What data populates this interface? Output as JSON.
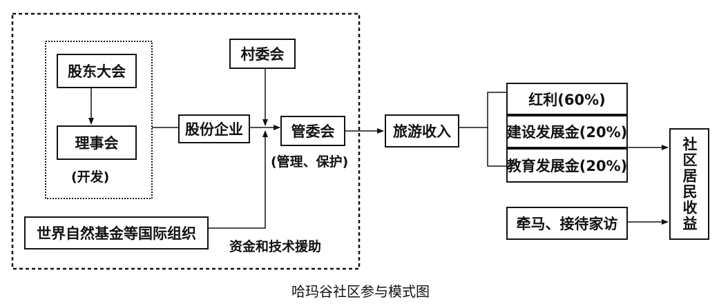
{
  "nodes": {
    "shareholders": "股东大会",
    "board": "理事会",
    "board_note": "(开发)",
    "joint_stock": "股份企业",
    "village": "村委会",
    "committee": "管委会",
    "committee_note": "(管理、保护)",
    "wwf": "世界自然基金等国际组织",
    "aid_label": "资金和技术援助",
    "tourism_income": "旅游收入",
    "dividend": "红利(60%)",
    "construction_fund": "建设发展金(20%)",
    "education_fund": "教育发展金(20%)",
    "horse_homestay": "牵马、接待家访",
    "resident_income": "社区居民收益"
  },
  "caption": "哈玛谷社区参与模式图"
}
